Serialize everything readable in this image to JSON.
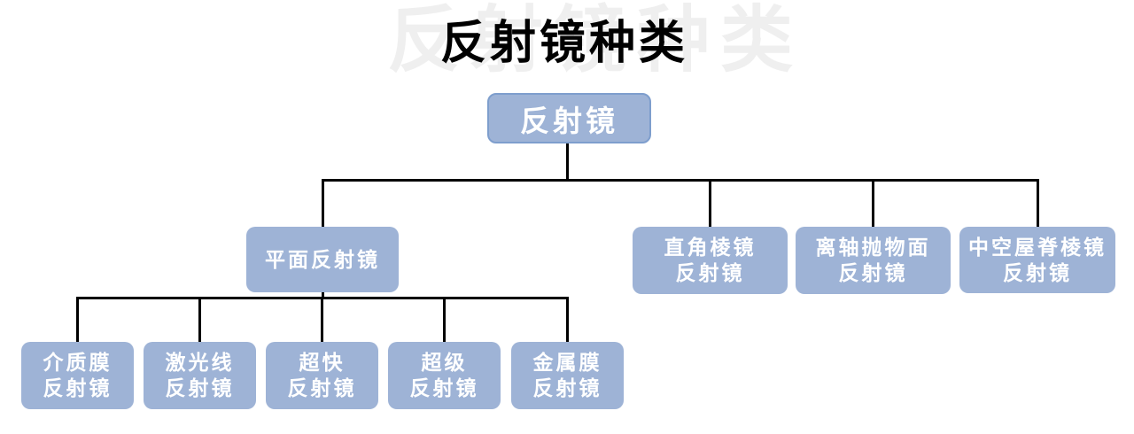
{
  "title": {
    "text": "反射镜种类",
    "ghost_text": "反射镜种类"
  },
  "colors": {
    "background": "#FFFFFF",
    "node_fill": "#9EB3D6",
    "node_text": "#FFFFFF",
    "root_border": "#7E9ECD",
    "connector": "#000000",
    "title_text": "#000000",
    "title_ghost": "#EFEFEF"
  },
  "nodes": {
    "root": {
      "label": "反射镜"
    },
    "plane": {
      "label": "平面反射镜"
    },
    "right_angle": {
      "line1": "直角棱镜",
      "line2": "反射镜"
    },
    "off_axis": {
      "line1": "离轴抛物面",
      "line2": "反射镜"
    },
    "hollow_roof": {
      "line1": "中空屋脊棱镜",
      "line2": "反射镜"
    },
    "dielectric": {
      "line1": "介质膜",
      "line2": "反射镜"
    },
    "laser_line": {
      "line1": "激光线",
      "line2": "反射镜"
    },
    "ultrafast": {
      "line1": "超快",
      "line2": "反射镜"
    },
    "super": {
      "line1": "超级",
      "line2": "反射镜"
    },
    "metal_film": {
      "line1": "金属膜",
      "line2": "反射镜"
    }
  },
  "hierarchy": {
    "root": "反射镜",
    "children": [
      {
        "label": "平面反射镜",
        "children": [
          "介质膜反射镜",
          "激光线反射镜",
          "超快反射镜",
          "超级反射镜",
          "金属膜反射镜"
        ]
      },
      {
        "label": "直角棱镜反射镜",
        "children": []
      },
      {
        "label": "离轴抛物面反射镜",
        "children": []
      },
      {
        "label": "中空屋脊棱镜反射镜",
        "children": []
      }
    ]
  }
}
